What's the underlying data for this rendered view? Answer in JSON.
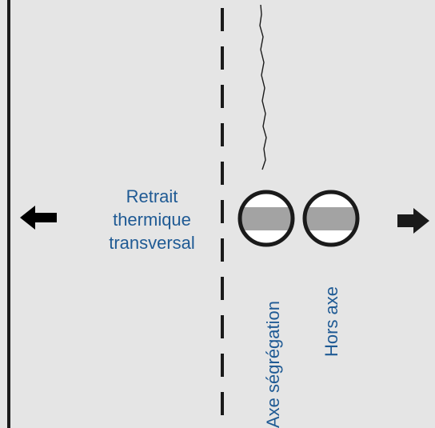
{
  "labels": {
    "shrinkage": [
      "Retrait",
      "thermique",
      "transversal"
    ],
    "axis_segregation": "Axe ségrégation",
    "off_axis": "Hors axe"
  },
  "colors": {
    "background": "#e5e5e5",
    "text": "#1f5a94",
    "specimen_band": "#a3a3a3",
    "line": "#1a1a1a"
  },
  "icons": {
    "left_arrow": "arrow-left-icon",
    "right_arrow": "arrow-right-icon"
  }
}
